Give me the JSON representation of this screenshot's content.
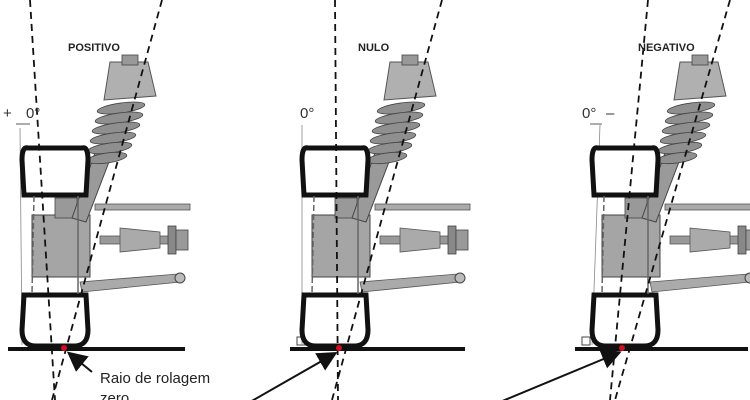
{
  "panels": [
    {
      "title": "POSITIVO",
      "angle_label": "0°",
      "sign": "+"
    },
    {
      "title": "NULO",
      "angle_label": "0°",
      "sign": ""
    },
    {
      "title": "NEGATIVO",
      "angle_label": "0°",
      "sign": "–"
    }
  ],
  "annotation": {
    "line1": "Raio de rolagem",
    "line2": "zero"
  },
  "colors": {
    "metal": "#9a9a9a",
    "dark": "#111111",
    "contact": "#d01020"
  }
}
